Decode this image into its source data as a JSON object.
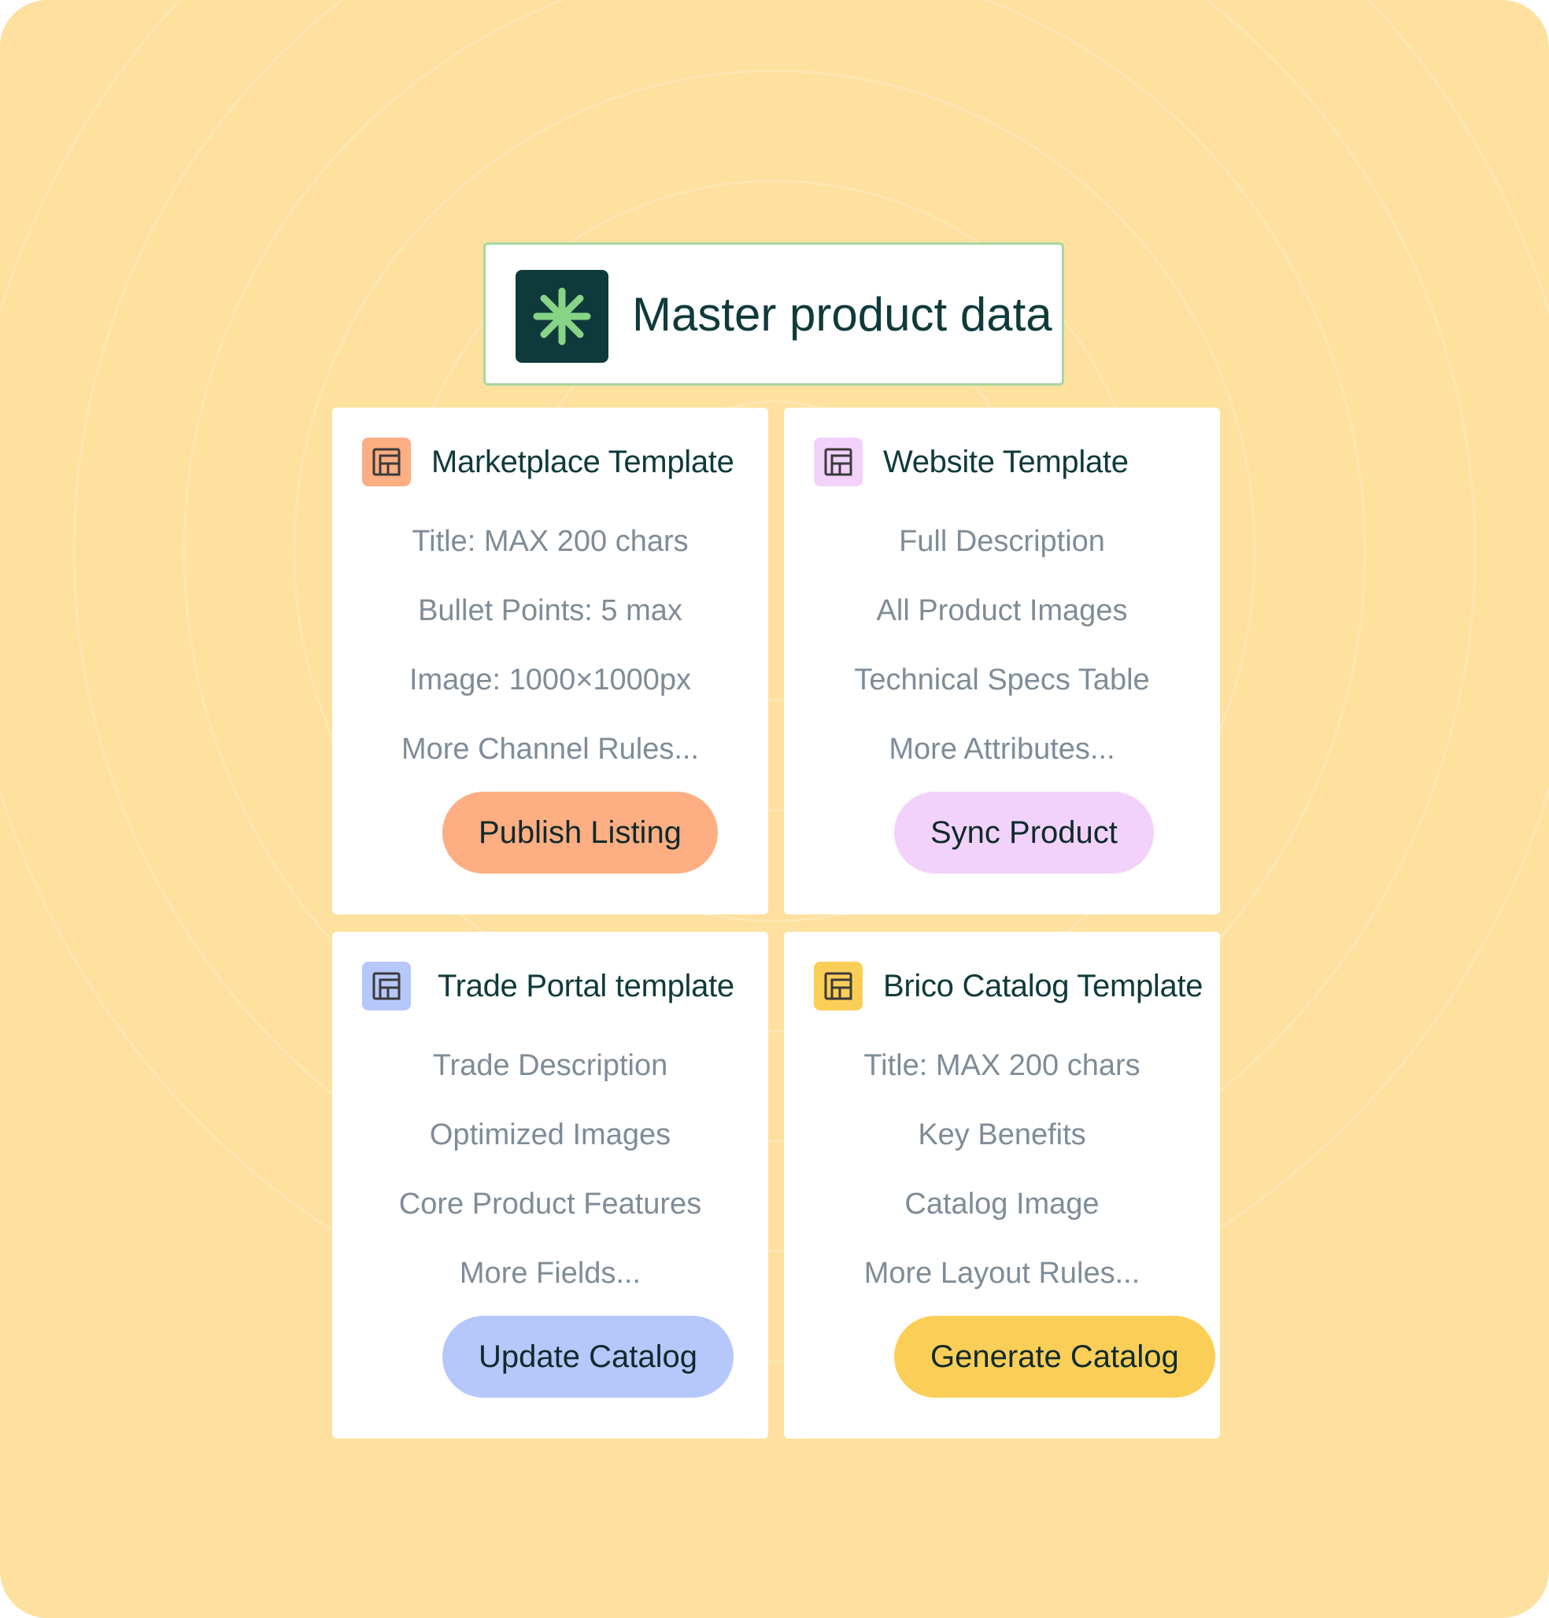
{
  "master": {
    "title": "Master product data",
    "icon": "asterisk-logo-icon",
    "logo_bg": "#0f3a3b",
    "logo_fg": "#88d487"
  },
  "cards": [
    {
      "title": "Marketplace Template",
      "icon": "template-layout-icon",
      "accent": "#fdae82",
      "rules": [
        "Title: MAX 200 chars",
        "Bullet Points: 5 max",
        "Image: 1000×1000px",
        "More Channel Rules..."
      ],
      "action": "Publish Listing"
    },
    {
      "title": "Website Template",
      "icon": "template-layout-icon",
      "accent": "#f2d2fa",
      "rules": [
        "Full Description",
        "All Product Images",
        "Technical Specs Table",
        "More Attributes..."
      ],
      "action": "Sync Product"
    },
    {
      "title": "Trade Portal template",
      "icon": "template-layout-icon",
      "accent": "#b6c7fb",
      "rules": [
        "Trade Description",
        "Optimized Images",
        "Core Product Features",
        "More Fields..."
      ],
      "action": "Update Catalog"
    },
    {
      "title": "Brico Catalog Template",
      "icon": "template-layout-icon",
      "accent": "#fbce57",
      "rules": [
        "Title: MAX 200 chars",
        "Key Benefits",
        "Catalog Image",
        "More Layout Rules..."
      ],
      "action": "Generate Catalog"
    }
  ],
  "colors": {
    "background": "#fee19f",
    "master_border": "#a6d7a0",
    "text_dark": "#0f3a3b",
    "text_muted": "#7f8c98"
  }
}
